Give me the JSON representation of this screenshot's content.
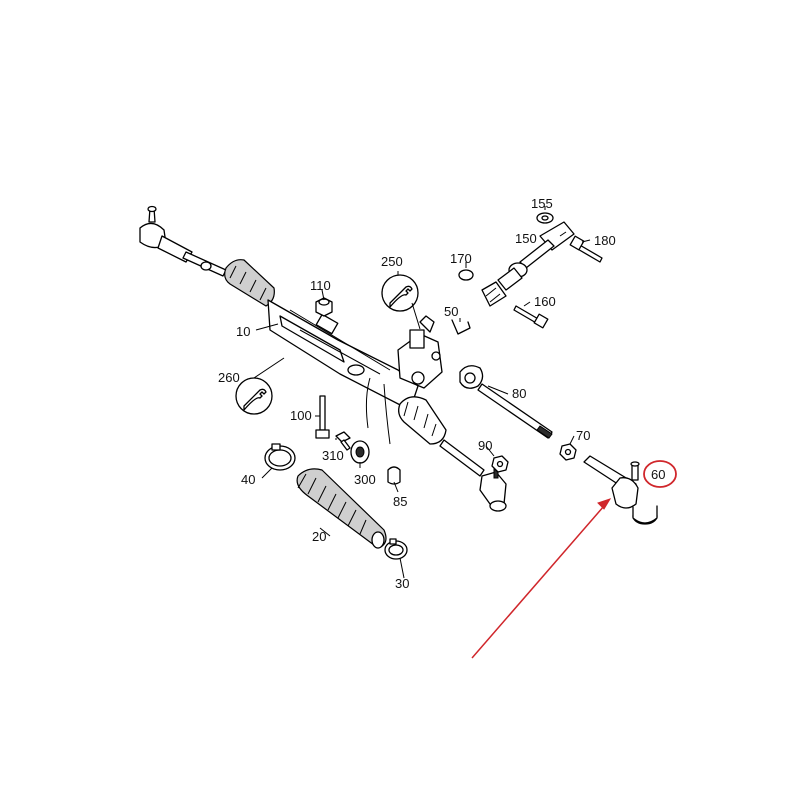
{
  "labels": {
    "p10": "10",
    "p20": "20",
    "p30": "30",
    "p40": "40",
    "p50": "50",
    "p60": "60",
    "p70": "70",
    "p80": "80",
    "p85": "85",
    "p90": "90",
    "p100": "100",
    "p110": "110",
    "p150": "150",
    "p155": "155",
    "p160": "160",
    "p170": "170",
    "p180": "180",
    "p250": "250",
    "p260": "260",
    "p300": "300",
    "p310": "310"
  },
  "colors": {
    "background": "#ffffff",
    "line": "#000000",
    "highlight": "#d0262b"
  },
  "icons": {
    "wrench": "wrench-icon"
  }
}
